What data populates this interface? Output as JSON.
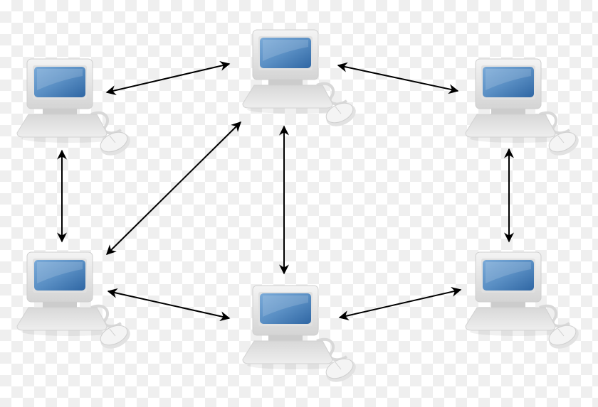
{
  "diagram": {
    "type": "network-topology",
    "node_icon": "desktop-computer-icon",
    "colors": {
      "screen": "#4f86bd",
      "case": "#e6e6e6",
      "arrow": "#000000"
    },
    "nodes": [
      {
        "id": "pc-top-left"
      },
      {
        "id": "pc-top-center"
      },
      {
        "id": "pc-top-right"
      },
      {
        "id": "pc-bottom-left"
      },
      {
        "id": "pc-bottom-center"
      },
      {
        "id": "pc-bottom-right"
      }
    ],
    "edges": [
      {
        "from": "pc-top-left",
        "to": "pc-top-center",
        "direction": "both"
      },
      {
        "from": "pc-top-center",
        "to": "pc-top-right",
        "direction": "both"
      },
      {
        "from": "pc-top-left",
        "to": "pc-bottom-left",
        "direction": "both"
      },
      {
        "from": "pc-top-center",
        "to": "pc-bottom-left",
        "direction": "both"
      },
      {
        "from": "pc-top-center",
        "to": "pc-bottom-center",
        "direction": "both"
      },
      {
        "from": "pc-top-right",
        "to": "pc-bottom-right",
        "direction": "both"
      },
      {
        "from": "pc-bottom-left",
        "to": "pc-bottom-center",
        "direction": "both"
      },
      {
        "from": "pc-bottom-center",
        "to": "pc-bottom-right",
        "direction": "both"
      }
    ]
  }
}
